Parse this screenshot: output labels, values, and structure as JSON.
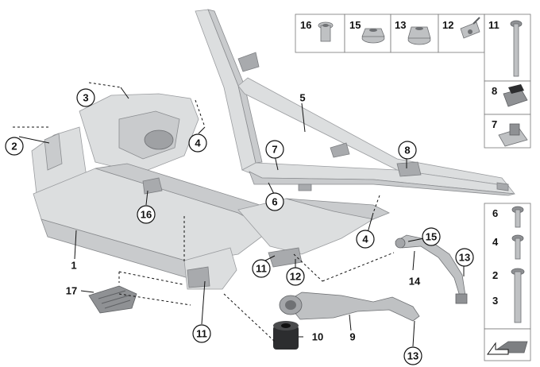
{
  "callouts": {
    "c3": "3",
    "c2": "2",
    "c4a": "4",
    "c16": "16",
    "c1": "1",
    "c17": "17",
    "c11a": "11",
    "c11b": "11",
    "c12": "12",
    "c10": "10",
    "c9": "9",
    "c13a": "13",
    "c14": "14",
    "c15": "15",
    "c13b": "13",
    "c4b": "4",
    "c6": "6",
    "c7": "7",
    "c8": "8",
    "c5": "5"
  },
  "legend_top": {
    "items": [
      "16",
      "15",
      "13",
      "12",
      "11"
    ]
  },
  "legend_right": {
    "items": [
      "8",
      "7"
    ]
  },
  "legend_bolts": {
    "items": [
      "6",
      "4",
      "2",
      "3"
    ]
  }
}
